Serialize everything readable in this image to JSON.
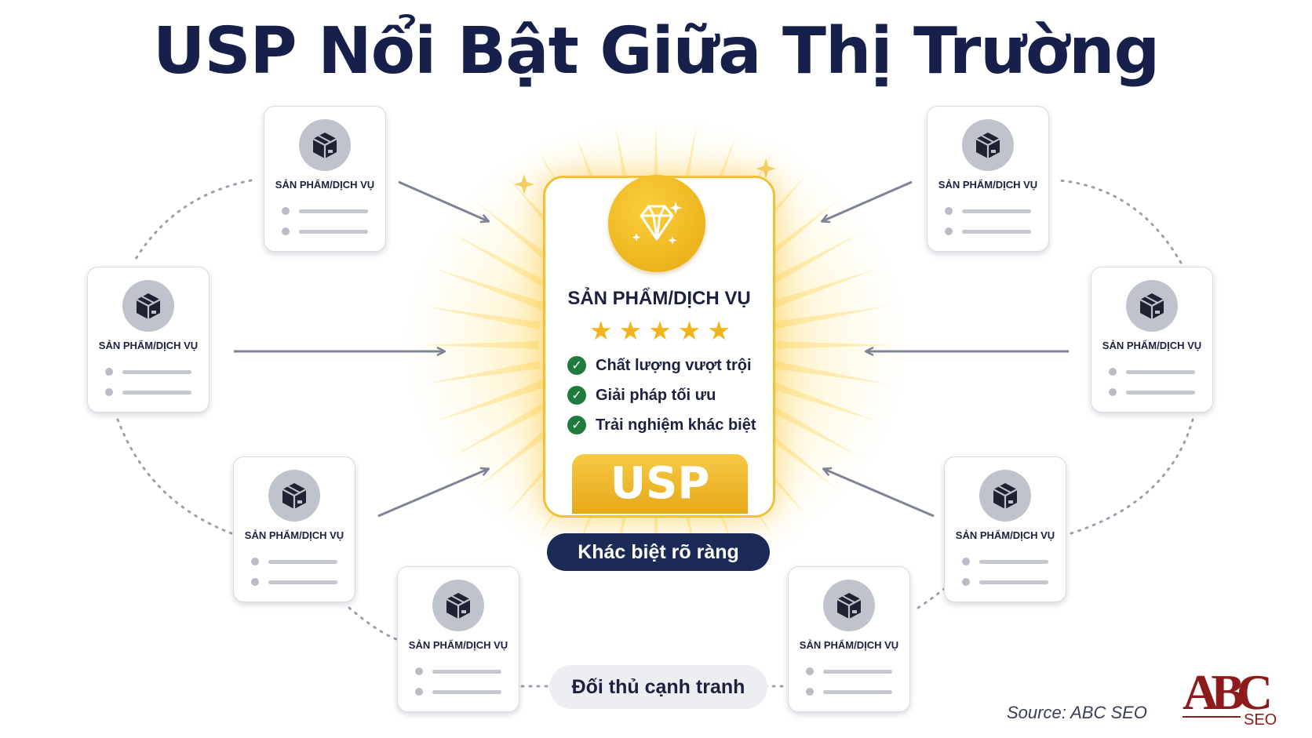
{
  "title": "USP Nổi Bật Giữa Thị Trường",
  "competitor_card_label": "SẢN PHẨM/DỊCH VỤ",
  "competitor_card_icon": "box-icon",
  "competitor_count": 8,
  "hero": {
    "label": "SẢN PHẨM/DỊCH VỤ",
    "icon": "diamond-icon",
    "stars": 5,
    "features": [
      "Chất lượng vượt trội",
      "Giải pháp tối ưu",
      "Trải nghiệm khác biệt"
    ],
    "badge": "USP"
  },
  "tagline": "Khác biệt rõ ràng",
  "competitors_label": "Đối thủ cạnh tranh",
  "source": "Source: ABC SEO",
  "logo": {
    "letters": "ABC",
    "sub": "SEO"
  },
  "colors": {
    "gold": "#f2b71e",
    "navy": "#1b2a56",
    "check": "#1f7a3c",
    "logo": "#8e1b1b"
  }
}
